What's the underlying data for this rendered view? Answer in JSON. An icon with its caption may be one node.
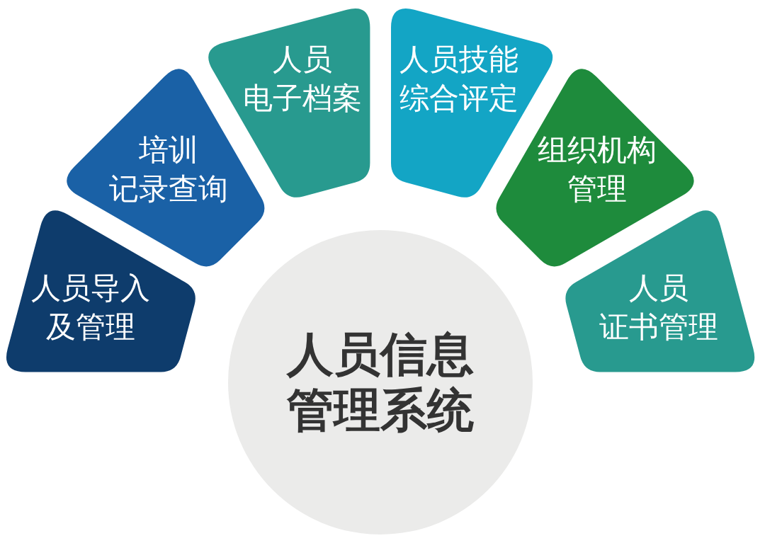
{
  "diagram": {
    "nodes": [
      {
        "text": [
          "人员信息管理系统"
        ]
      },
      {
        "text": [
          "人员导入及管理"
        ]
      },
      {
        "text": [
          "培训记录查询"
        ]
      },
      {
        "text": [
          "人员电子档案"
        ]
      },
      {
        "text": [
          "人员技能综合评定"
        ]
      },
      {
        "text": [
          "组织机构管理"
        ]
      },
      {
        "text": [
          "人员证书管理"
        ]
      }
    ]
  }
}
